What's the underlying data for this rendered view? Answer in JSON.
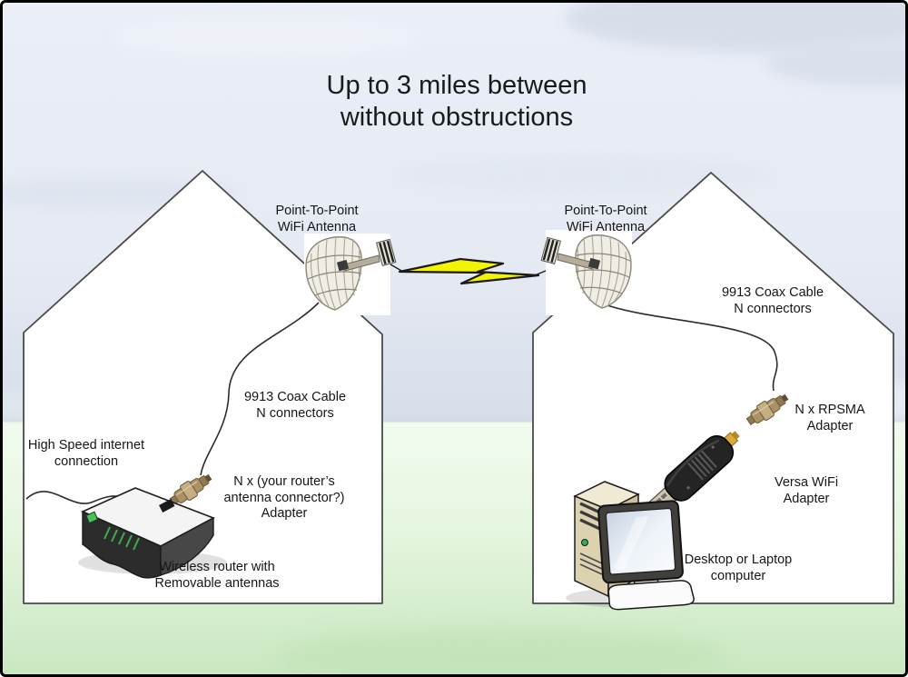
{
  "title": "Up to 3 miles between\nwithout obstructions",
  "left_house": {
    "antenna_label": "Point-To-Point\nWiFi Antenna",
    "coax_label": "9913 Coax Cable\nN connectors",
    "adapter_label": "N x (your router’s\nantenna connector?)\nAdapter",
    "internet_label": "High Speed internet\nconnection",
    "router_label": "Wireless router with\nRemovable antennas"
  },
  "right_house": {
    "antenna_label": "Point-To-Point\nWiFi Antenna",
    "coax_label": "9913 Coax Cable\nN connectors",
    "adapter_label": "N x RPSMA\nAdapter",
    "wifi_adapter_label": "Versa WiFi Adapter",
    "computer_label": "Desktop or Laptop\ncomputer"
  },
  "colors": {
    "sky_top": "#eaeef7",
    "sky_horizon": "#d3dae7",
    "ground_top": "#f1fbee",
    "ground_bottom": "#c9e7c1",
    "house_fill": "#ffffff",
    "house_outline": "#4a4a4a",
    "lightning_fill": "#f3f304",
    "cable": "#2b2b2b",
    "text": "#161616"
  }
}
